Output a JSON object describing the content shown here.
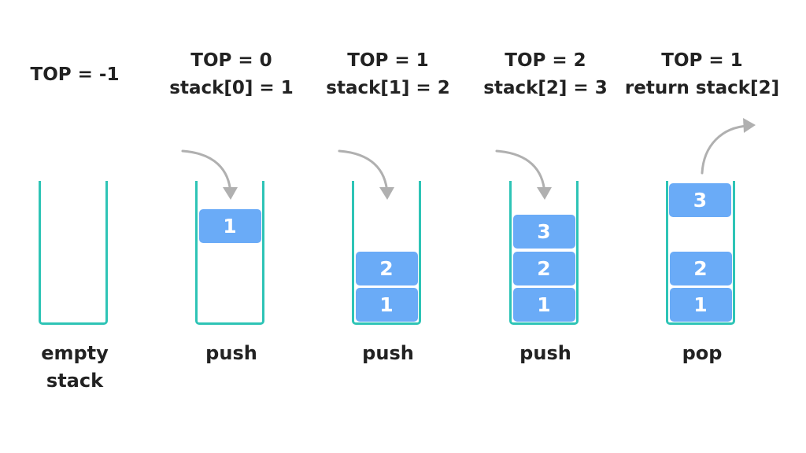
{
  "colors": {
    "container_border": "#2ec4b6",
    "block_fill": "#6aabf7",
    "arrow": "#b0b0b0",
    "text": "#222222"
  },
  "stages": [
    {
      "header": [
        "TOP = -1"
      ],
      "caption": [
        "empty",
        "stack"
      ],
      "arrow": "none",
      "blocks": []
    },
    {
      "header": [
        "TOP = 0",
        "stack[0] = 1"
      ],
      "caption": [
        "push"
      ],
      "arrow": "curved-arrow-in-icon",
      "blocks": [
        "1"
      ]
    },
    {
      "header": [
        "TOP = 1",
        "stack[1] = 2"
      ],
      "caption": [
        "push"
      ],
      "arrow": "curved-arrow-in-icon",
      "blocks": [
        "1",
        "2"
      ]
    },
    {
      "header": [
        "TOP = 2",
        "stack[2] = 3"
      ],
      "caption": [
        "push"
      ],
      "arrow": "curved-arrow-in-icon",
      "blocks": [
        "1",
        "2",
        "3"
      ]
    },
    {
      "header": [
        "TOP = 1",
        "return stack[2]"
      ],
      "caption": [
        "pop"
      ],
      "arrow": "curved-arrow-out-icon",
      "blocks": [
        "1",
        "2",
        "3"
      ]
    }
  ]
}
